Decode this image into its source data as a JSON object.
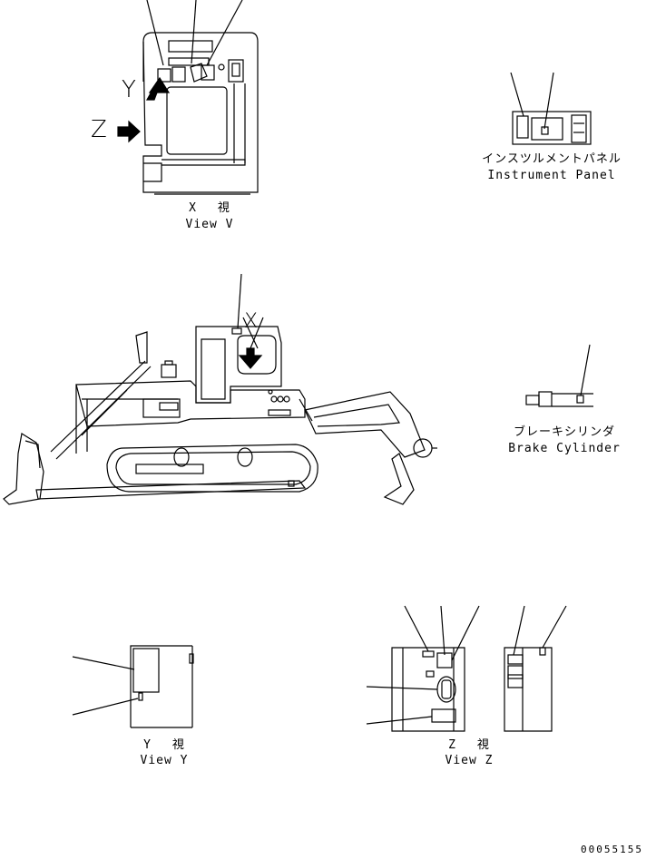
{
  "views": {
    "x": {
      "jp": "X 　視",
      "en": "View V",
      "arrow_y": "Y",
      "arrow_z": "Z"
    },
    "instrument_panel": {
      "jp": "インスツルメントパネル",
      "en": "Instrument Panel"
    },
    "main": {
      "mark": "X"
    },
    "brake_cylinder": {
      "jp": "ブレーキシリンダ",
      "en": "Brake Cylinder"
    },
    "y": {
      "jp": "Y 　視",
      "en": "View Y"
    },
    "z": {
      "jp": "Z 　視",
      "en": "View Z"
    }
  },
  "drawing_number": "00055155"
}
